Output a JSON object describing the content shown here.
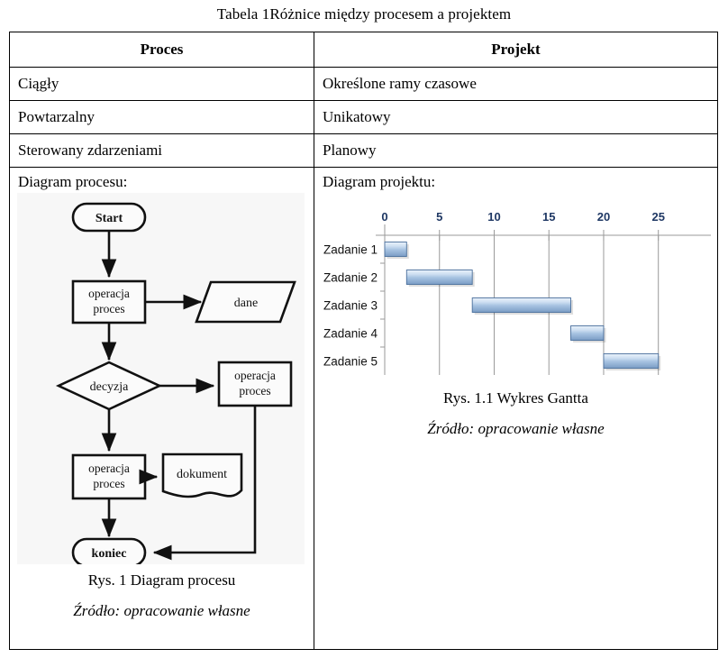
{
  "document": {
    "table_caption": "Tabela 1Różnice między procesem a projektem"
  },
  "table": {
    "headers": [
      "Proces",
      "Projekt"
    ],
    "rows": [
      [
        "Ciągły",
        "Określone ramy czasowe"
      ],
      [
        "Powtarzalny",
        "Unikatowy"
      ],
      [
        "Sterowany zdarzeniami",
        "Planowy"
      ]
    ],
    "diagram_row": {
      "left_label": "Diagram procesu:",
      "right_label": "Diagram projektu:"
    }
  },
  "figure_left": {
    "caption": "Rys. 1 Diagram procesu",
    "source": "Źródło: opracowanie własne",
    "nodes": {
      "start": "Start",
      "process_1": "operacja\nproces",
      "process_1_line1": "operacja",
      "process_1_line2": "proces",
      "data": "dane",
      "decision": "decyzja",
      "process_2_line1": "operacja",
      "process_2_line2": "proces",
      "process_3_line1": "operacja",
      "process_3_line2": "proces",
      "document": "dokument",
      "end": "koniec"
    }
  },
  "figure_right": {
    "caption": "Rys. 1.1 Wykres Gantta",
    "source": "Źródło: opracowanie własne"
  },
  "chart_data": {
    "type": "bar",
    "subtype": "gantt",
    "title": "Rys. 1.1 Wykres Gantta",
    "xlabel": "",
    "ylabel": "",
    "categories": [
      "Zadanie 1",
      "Zadanie 2",
      "Zadanie 3",
      "Zadanie 4",
      "Zadanie 5"
    ],
    "xticks": [
      0,
      5,
      10,
      15,
      20,
      25
    ],
    "xlim": [
      0,
      27
    ],
    "grid": true,
    "legend": false,
    "tasks": [
      {
        "name": "Zadanie 1",
        "start": 0,
        "end": 2,
        "duration": 2
      },
      {
        "name": "Zadanie 2",
        "start": 2,
        "end": 8,
        "duration": 6
      },
      {
        "name": "Zadanie 3",
        "start": 8,
        "end": 17,
        "duration": 9
      },
      {
        "name": "Zadanie 4",
        "start": 17,
        "end": 20,
        "duration": 3
      },
      {
        "name": "Zadanie 5",
        "start": 20,
        "end": 25,
        "duration": 5
      }
    ],
    "colors": {
      "bar_top": "#eaf2fb",
      "bar_mid": "#b9d0e8",
      "bar_bottom": "#7a9cc4",
      "bar_border": "#4a6f9c",
      "tick_label": "#1f3864",
      "axis": "#9a9a9a",
      "grid": "#9a9a9a",
      "category_label": "#111111"
    }
  }
}
